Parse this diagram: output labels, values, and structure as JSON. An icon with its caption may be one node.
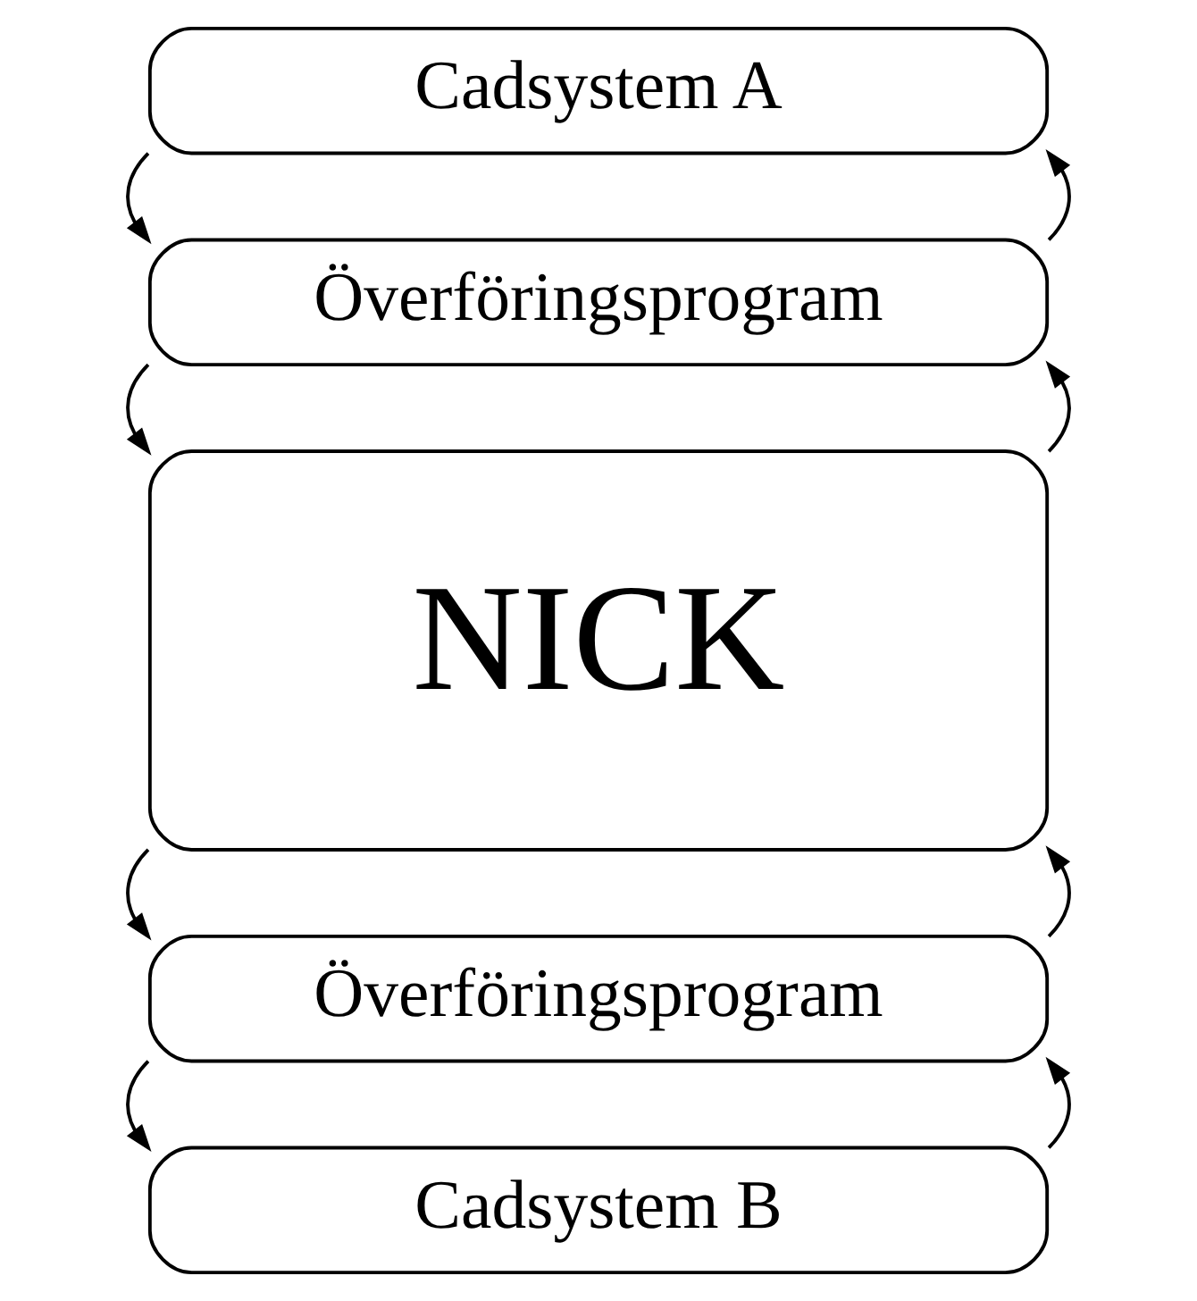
{
  "diagram": {
    "nodes": [
      {
        "text": [
          "Cadsystem A"
        ]
      },
      {
        "text": [
          "Överföringsprogram"
        ]
      },
      {
        "text": [
          "NICK"
        ]
      },
      {
        "text": [
          "Överföringsprogram"
        ]
      },
      {
        "text": [
          "Cadsystem B"
        ]
      }
    ],
    "edges": [
      {
        "from": 0,
        "to": 1,
        "arrow": "to"
      },
      {
        "from": 1,
        "to": 0,
        "arrow": "to"
      },
      {
        "from": 1,
        "to": 2,
        "arrow": "to"
      },
      {
        "from": 2,
        "to": 1,
        "arrow": "to"
      },
      {
        "from": 2,
        "to": 3,
        "arrow": "to"
      },
      {
        "from": 3,
        "to": 2,
        "arrow": "to"
      },
      {
        "from": 3,
        "to": 4,
        "arrow": "to"
      },
      {
        "from": 4,
        "to": 3,
        "arrow": "to"
      }
    ]
  }
}
